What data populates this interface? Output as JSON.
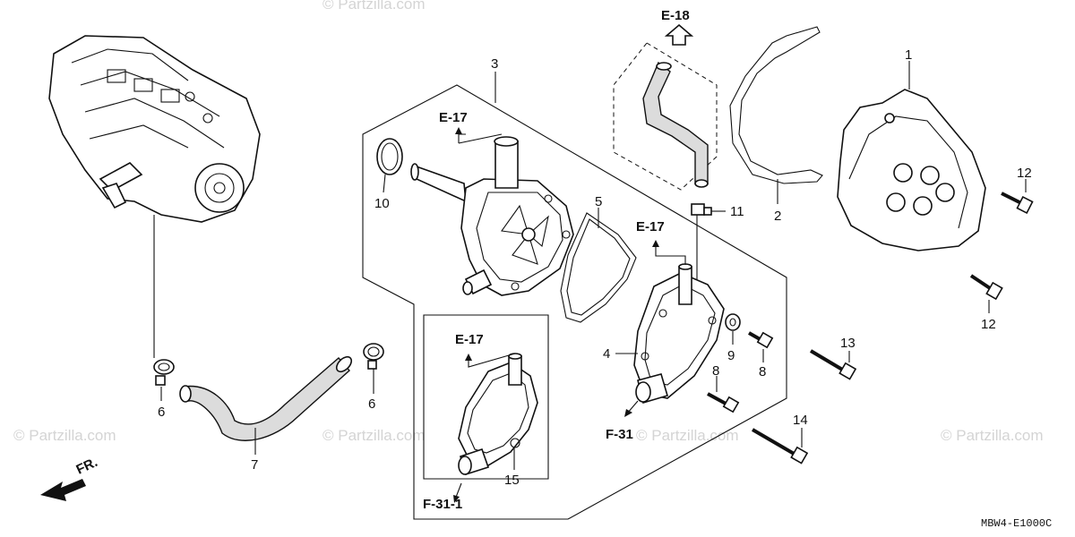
{
  "watermark": {
    "top": "© Partzilla.com",
    "repeat": "© Partzilla.com"
  },
  "diagram_code": "MBW4-E1000C",
  "front_marker": "FR.",
  "references": {
    "e18": "E-18",
    "e17_pump": "E-17",
    "e17_thermo": "E-17",
    "e17_thermo_alt": "E-17",
    "f31": "F-31",
    "f31_1": "F-31-1"
  },
  "callouts": {
    "n1": "1",
    "n2": "2",
    "n3": "3",
    "n4": "4",
    "n5": "5",
    "n6a": "6",
    "n6b": "6",
    "n7": "7",
    "n8a": "8",
    "n8b": "8",
    "n9": "9",
    "n10": "10",
    "n11": "11",
    "n12a": "12",
    "n12b": "12",
    "n13": "13",
    "n14": "14",
    "n15": "15"
  }
}
